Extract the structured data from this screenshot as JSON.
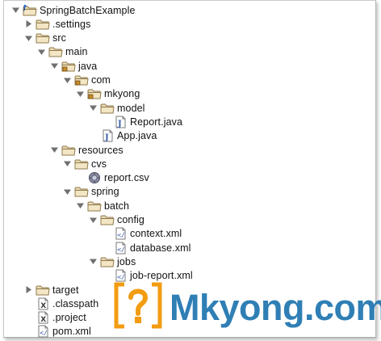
{
  "tree": [
    {
      "label": "SpringBatchExample",
      "depth": 0,
      "expanded": true,
      "icon": "project-icon"
    },
    {
      "label": ".settings",
      "depth": 1,
      "expanded": false,
      "icon": "folder-icon"
    },
    {
      "label": "src",
      "depth": 1,
      "expanded": true,
      "icon": "folder-icon"
    },
    {
      "label": "main",
      "depth": 2,
      "expanded": true,
      "icon": "folder-icon"
    },
    {
      "label": "java",
      "depth": 3,
      "expanded": true,
      "icon": "package-folder-icon"
    },
    {
      "label": "com",
      "depth": 4,
      "expanded": true,
      "icon": "package-folder-icon"
    },
    {
      "label": "mkyong",
      "depth": 5,
      "expanded": true,
      "icon": "package-folder-icon"
    },
    {
      "label": "model",
      "depth": 6,
      "expanded": true,
      "icon": "folder-icon"
    },
    {
      "label": "Report.java",
      "depth": 7,
      "expanded": null,
      "icon": "java-file-icon"
    },
    {
      "label": "App.java",
      "depth": 6,
      "expanded": null,
      "icon": "java-file-icon"
    },
    {
      "label": "resources",
      "depth": 3,
      "expanded": true,
      "icon": "folder-icon"
    },
    {
      "label": "cvs",
      "depth": 4,
      "expanded": true,
      "icon": "folder-icon"
    },
    {
      "label": "report.csv",
      "depth": 5,
      "expanded": null,
      "icon": "csv-file-icon"
    },
    {
      "label": "spring",
      "depth": 4,
      "expanded": true,
      "icon": "folder-icon"
    },
    {
      "label": "batch",
      "depth": 5,
      "expanded": true,
      "icon": "folder-icon"
    },
    {
      "label": "config",
      "depth": 6,
      "expanded": true,
      "icon": "folder-icon"
    },
    {
      "label": "context.xml",
      "depth": 7,
      "expanded": null,
      "icon": "xml-file-icon"
    },
    {
      "label": "database.xml",
      "depth": 7,
      "expanded": null,
      "icon": "xml-file-icon"
    },
    {
      "label": "jobs",
      "depth": 6,
      "expanded": true,
      "icon": "folder-icon"
    },
    {
      "label": "job-report.xml",
      "depth": 7,
      "expanded": null,
      "icon": "xml-file-icon"
    },
    {
      "label": "target",
      "depth": 1,
      "expanded": false,
      "icon": "folder-icon"
    },
    {
      "label": ".classpath",
      "depth": 1,
      "expanded": null,
      "icon": "x-file-icon"
    },
    {
      "label": ".project",
      "depth": 1,
      "expanded": null,
      "icon": "x-file-icon"
    },
    {
      "label": "pom.xml",
      "depth": 1,
      "expanded": null,
      "icon": "xml-file-icon"
    }
  ],
  "logo": {
    "text": "Mkyong.com",
    "colors": {
      "brand": "#2f7fb5",
      "accent": "#f39c12"
    }
  }
}
